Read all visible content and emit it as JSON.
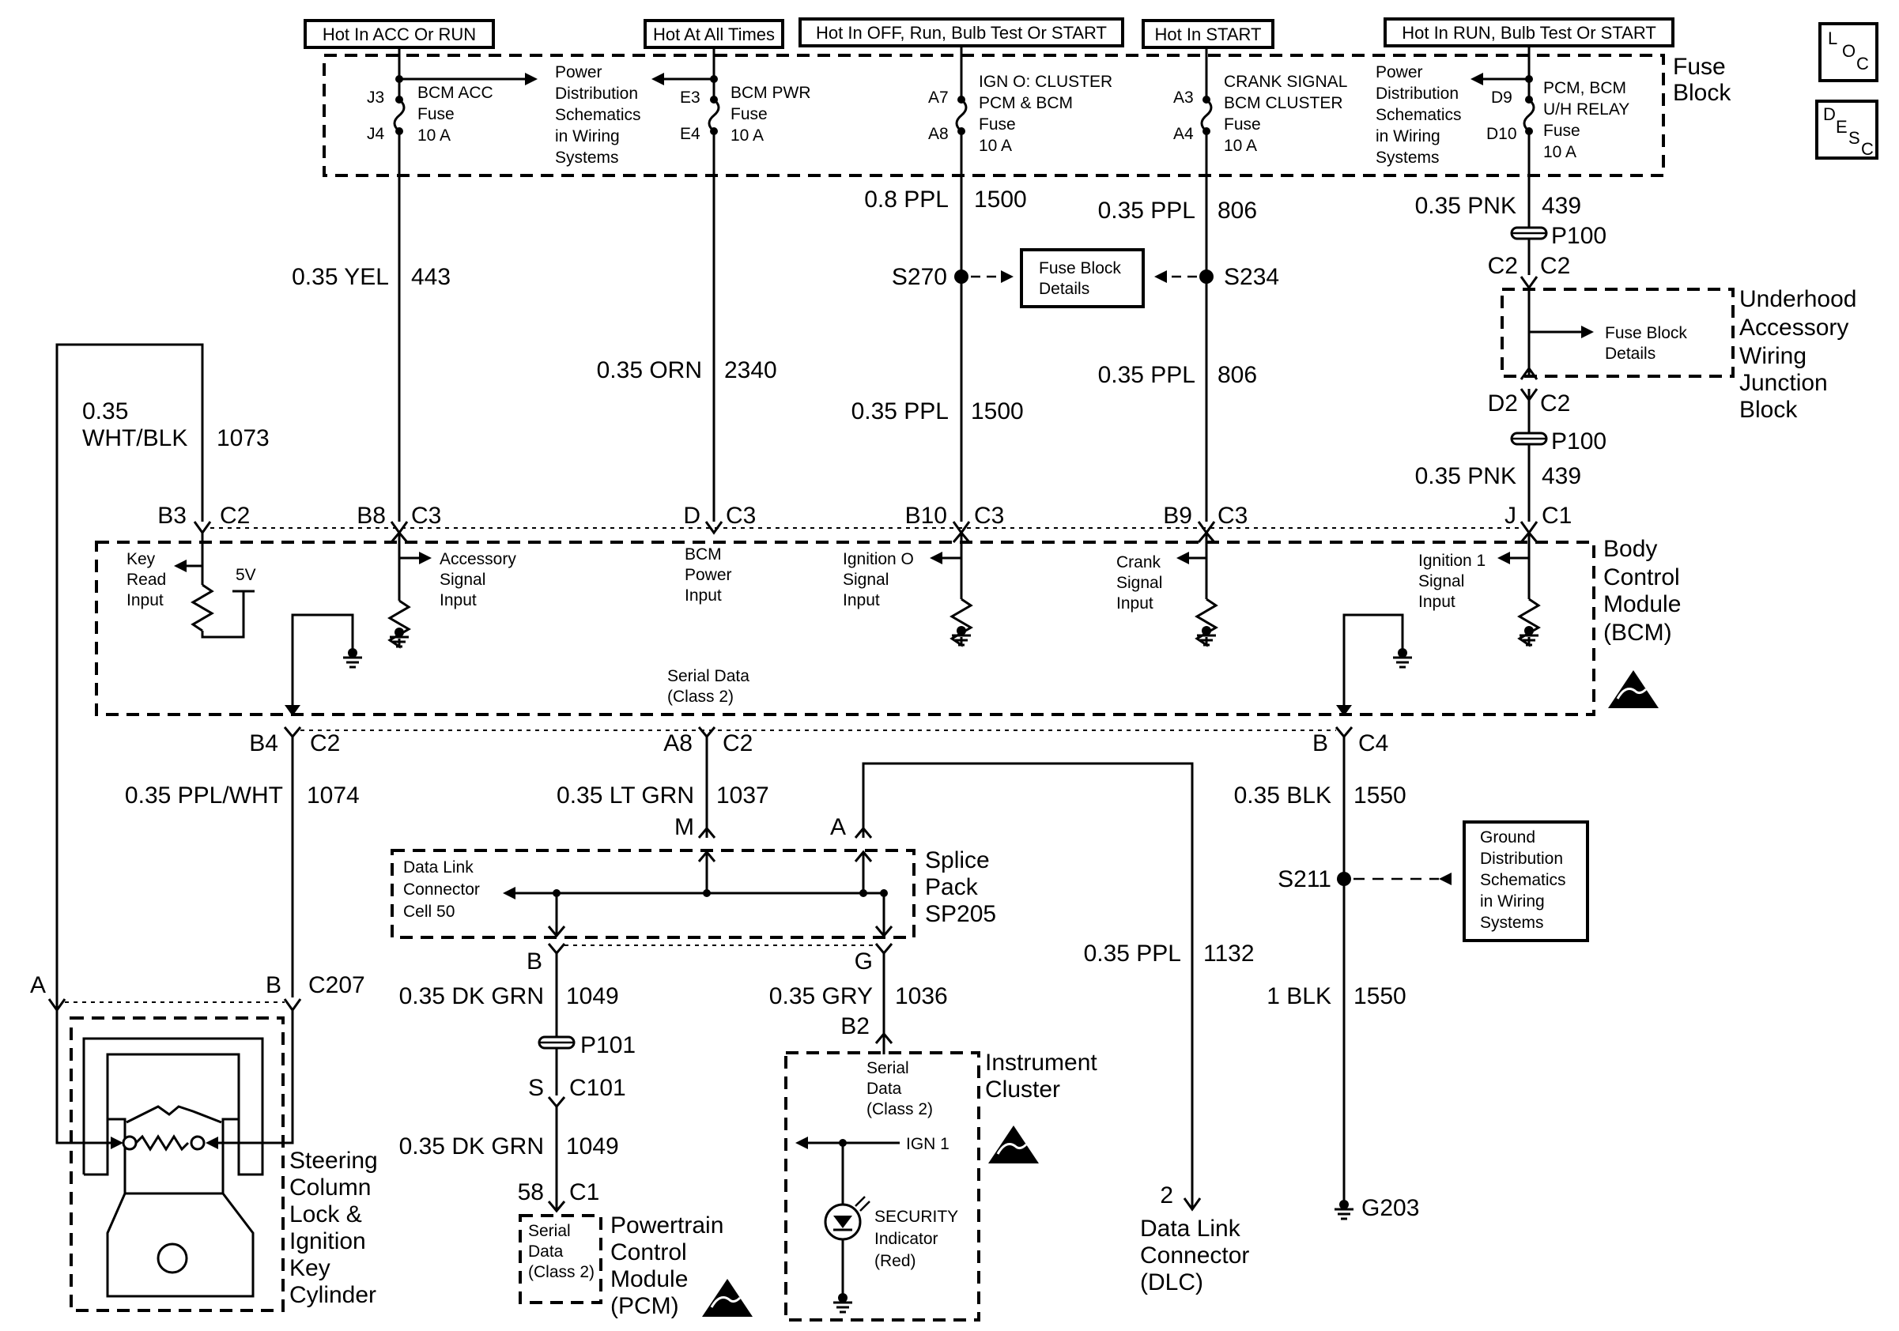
{
  "headers": {
    "acc_run": "Hot In ACC Or RUN",
    "all_times": "Hot At All Times",
    "off_run_bulb_start": "Hot In OFF, Run, Bulb Test Or START",
    "start": "Hot In START",
    "run_bulb_start": "Hot In RUN, Bulb Test Or START"
  },
  "corner_tags": {
    "loc": [
      "L",
      "O",
      "C"
    ],
    "desc": [
      "D",
      "E",
      "S",
      "C"
    ]
  },
  "fuse_block": {
    "title": [
      "Fuse",
      "Block"
    ],
    "pd_left": [
      "Power",
      "Distribution",
      "Schematics",
      "in Wiring",
      "Systems"
    ],
    "pd_right": [
      "Power",
      "Distribution",
      "Schematics",
      "in Wiring",
      "Systems"
    ],
    "fuses": [
      {
        "top_pin": "J3",
        "bottom_pin": "J4",
        "lines": [
          "BCM ACC",
          "Fuse",
          "10 A"
        ]
      },
      {
        "top_pin": "E3",
        "bottom_pin": "E4",
        "lines": [
          "BCM PWR",
          "Fuse",
          "10 A"
        ]
      },
      {
        "top_pin": "A7",
        "bottom_pin": "A8",
        "lines": [
          "IGN O:  CLUSTER",
          "PCM & BCM",
          "Fuse",
          "10 A"
        ]
      },
      {
        "top_pin": "A3",
        "bottom_pin": "A4",
        "lines": [
          "CRANK SIGNAL",
          "BCM CLUSTER",
          "Fuse",
          "10 A"
        ]
      },
      {
        "top_pin": "D9",
        "bottom_pin": "D10",
        "lines": [
          "PCM, BCM",
          "U/H RELAY",
          "Fuse",
          "10 A"
        ]
      }
    ]
  },
  "wires": {
    "w443": {
      "gauge": "0.35 YEL",
      "circuit": "443"
    },
    "w2340": {
      "gauge": "0.35 ORN",
      "circuit": "2340"
    },
    "w1500a": {
      "gauge": "0.8 PPL",
      "circuit": "1500"
    },
    "w1500b": {
      "gauge": "0.35 PPL",
      "circuit": "1500"
    },
    "w806a": {
      "gauge": "0.35 PPL",
      "circuit": "806"
    },
    "w806b": {
      "gauge": "0.35 PPL",
      "circuit": "806"
    },
    "w439a": {
      "gauge": "0.35 PNK",
      "circuit": "439"
    },
    "w439b": {
      "gauge": "0.35 PNK",
      "circuit": "439"
    },
    "w1073": {
      "gauge": [
        "0.35",
        "WHT/BLK"
      ],
      "circuit": "1073"
    },
    "w1074": {
      "gauge": "0.35 PPL/WHT",
      "circuit": "1074"
    },
    "w1037": {
      "gauge": "0.35 LT GRN",
      "circuit": "1037"
    },
    "w1550a": {
      "gauge": "0.35 BLK",
      "circuit": "1550"
    },
    "w1550b": {
      "gauge": "1 BLK",
      "circuit": "1550"
    },
    "w1132": {
      "gauge": "0.35 PPL",
      "circuit": "1132"
    },
    "w1049a": {
      "gauge": "0.35 DK GRN",
      "circuit": "1049"
    },
    "w1049b": {
      "gauge": "0.35 DK GRN",
      "circuit": "1049"
    },
    "w1036": {
      "gauge": "0.35 GRY",
      "circuit": "1036"
    }
  },
  "splices": {
    "s270": "S270",
    "s234": "S234",
    "s211": "S211"
  },
  "fuse_block_details": [
    "Fuse Block",
    "Details"
  ],
  "p100_top": "P100",
  "p100_bottom": "P100",
  "p101": "P101",
  "uajb": {
    "title": [
      "Underhood",
      "Accessory",
      "Wiring",
      "Junction",
      "Block"
    ],
    "details": [
      "Fuse Block",
      "Details"
    ],
    "top_pins": [
      "C2",
      "C2"
    ],
    "bottom_pins": [
      "D2",
      "C2"
    ]
  },
  "bcm": {
    "title": [
      "Body",
      "Control",
      "Module",
      "(BCM)"
    ],
    "connectors": {
      "key": [
        "B3",
        "C2"
      ],
      "acc": [
        "B8",
        "C3"
      ],
      "pwr": [
        "D",
        "C3"
      ],
      "ign0": [
        "B10",
        "C3"
      ],
      "crank": [
        "B9",
        "C3"
      ],
      "ign1": [
        "J",
        "C1"
      ]
    },
    "inputs": {
      "key": [
        "Key",
        "Read",
        "Input"
      ],
      "voltage": "5V",
      "acc": [
        "Accessory",
        "Signal",
        "Input"
      ],
      "pwr": [
        "BCM",
        "Power",
        "Input"
      ],
      "ign0": [
        "Ignition O",
        "Signal",
        "Input"
      ],
      "crank": [
        "Crank",
        "Signal",
        "Input"
      ],
      "ign1": [
        "Ignition 1",
        "Signal",
        "Input"
      ]
    },
    "serial": [
      "Serial Data",
      "(Class 2)"
    ],
    "bottom_connectors": {
      "left": [
        "B4",
        "C2"
      ],
      "mid": [
        "A8",
        "C2"
      ],
      "right": [
        "B",
        "C4"
      ]
    }
  },
  "splice_pack": {
    "title": [
      "Splice",
      "Pack",
      "SP205"
    ],
    "dlc_text": [
      "Data Link",
      "Connector",
      "Cell 50"
    ],
    "pins": {
      "m": "M",
      "a": "A",
      "b": "B",
      "g": "G"
    }
  },
  "ground_dist": [
    "Ground",
    "Distribution",
    "Schematics",
    "in Wiring",
    "Systems"
  ],
  "ground": "G203",
  "steering": {
    "pins": {
      "a": "A",
      "b": "B",
      "conn": "C207"
    },
    "title": [
      "Steering",
      "Column",
      "Lock &",
      "Ignition",
      "Key",
      "Cylinder"
    ]
  },
  "pcm": {
    "conn": {
      "s": "S",
      "c101": "C101",
      "pin58": "58",
      "c1": "C1"
    },
    "serial": [
      "Serial",
      "Data",
      "(Class 2)"
    ],
    "title": [
      "Powertrain",
      "Control",
      "Module",
      "(PCM)"
    ]
  },
  "cluster": {
    "pin": "B2",
    "serial": [
      "Serial",
      "Data",
      "(Class 2)"
    ],
    "ign": "IGN 1",
    "security": [
      "SECURITY",
      "Indicator",
      "(Red)"
    ],
    "title": [
      "Instrument",
      "Cluster"
    ]
  },
  "dlc": {
    "pin": "2",
    "title": [
      "Data Link",
      "Connector",
      "(DLC)"
    ]
  }
}
